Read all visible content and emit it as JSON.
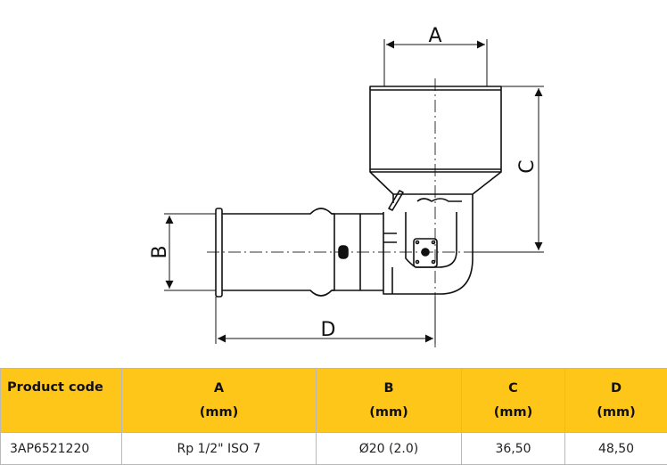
{
  "drawing": {
    "labels": {
      "a": "A",
      "b": "B",
      "c": "C",
      "d": "D"
    }
  },
  "table": {
    "headers": [
      {
        "name": "Product code",
        "unit": ""
      },
      {
        "name": "A",
        "unit": "(mm)"
      },
      {
        "name": "B",
        "unit": "(mm)"
      },
      {
        "name": "C",
        "unit": "(mm)"
      },
      {
        "name": "D",
        "unit": "(mm)"
      }
    ],
    "rows": [
      [
        "3AP6521220",
        "Rp 1/2\" ISO 7",
        "Ø20 (2.0)",
        "36,50",
        "48,50"
      ]
    ]
  },
  "colors": {
    "header_bg": "#ffc61a",
    "line": "#111111"
  }
}
